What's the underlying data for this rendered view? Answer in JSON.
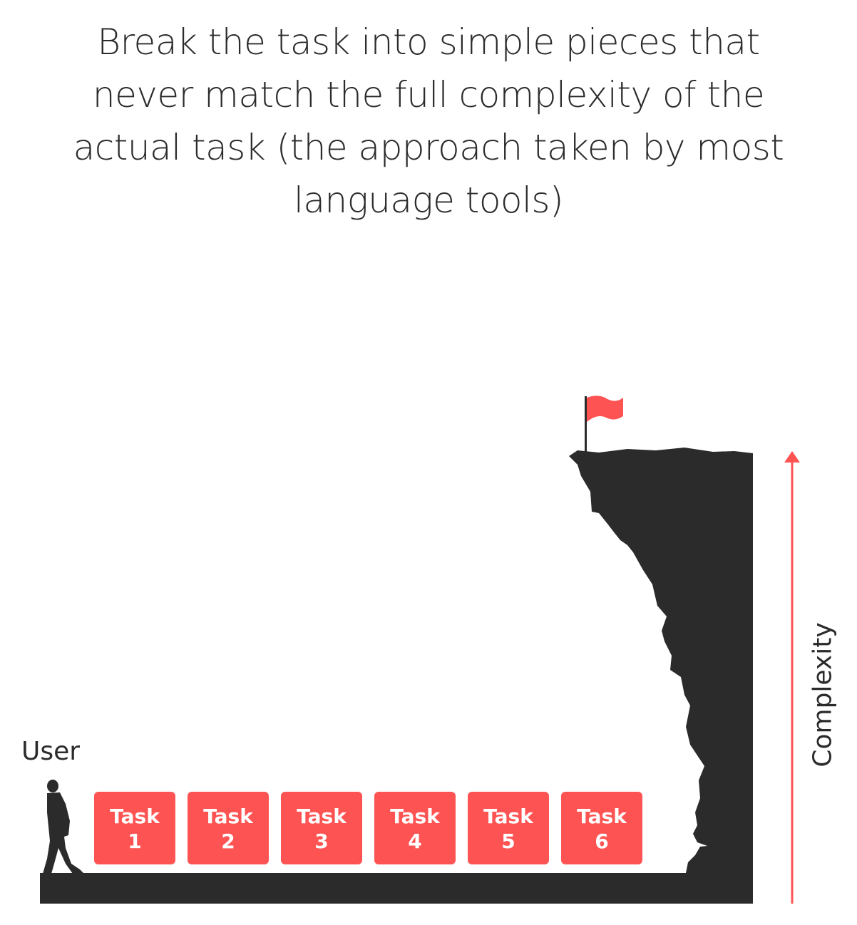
{
  "heading": {
    "lines": [
      "Break the task into simple pieces that",
      "never match the full complexity of the",
      "actual task (the approach taken by most",
      "language tools)"
    ]
  },
  "user_label": "User",
  "axis_label": "Complexity",
  "tasks": [
    {
      "word": "Task",
      "number": "1"
    },
    {
      "word": "Task",
      "number": "2"
    },
    {
      "word": "Task",
      "number": "3"
    },
    {
      "word": "Task",
      "number": "4"
    },
    {
      "word": "Task",
      "number": "5"
    },
    {
      "word": "Task",
      "number": "6"
    }
  ],
  "colors": {
    "accent": "#fe5353",
    "ground": "#2b2b2b",
    "text": "#2b2b2b"
  },
  "icons": [
    "walking-person-icon",
    "red-flag-icon",
    "cliff-silhouette",
    "up-arrow-icon"
  ]
}
